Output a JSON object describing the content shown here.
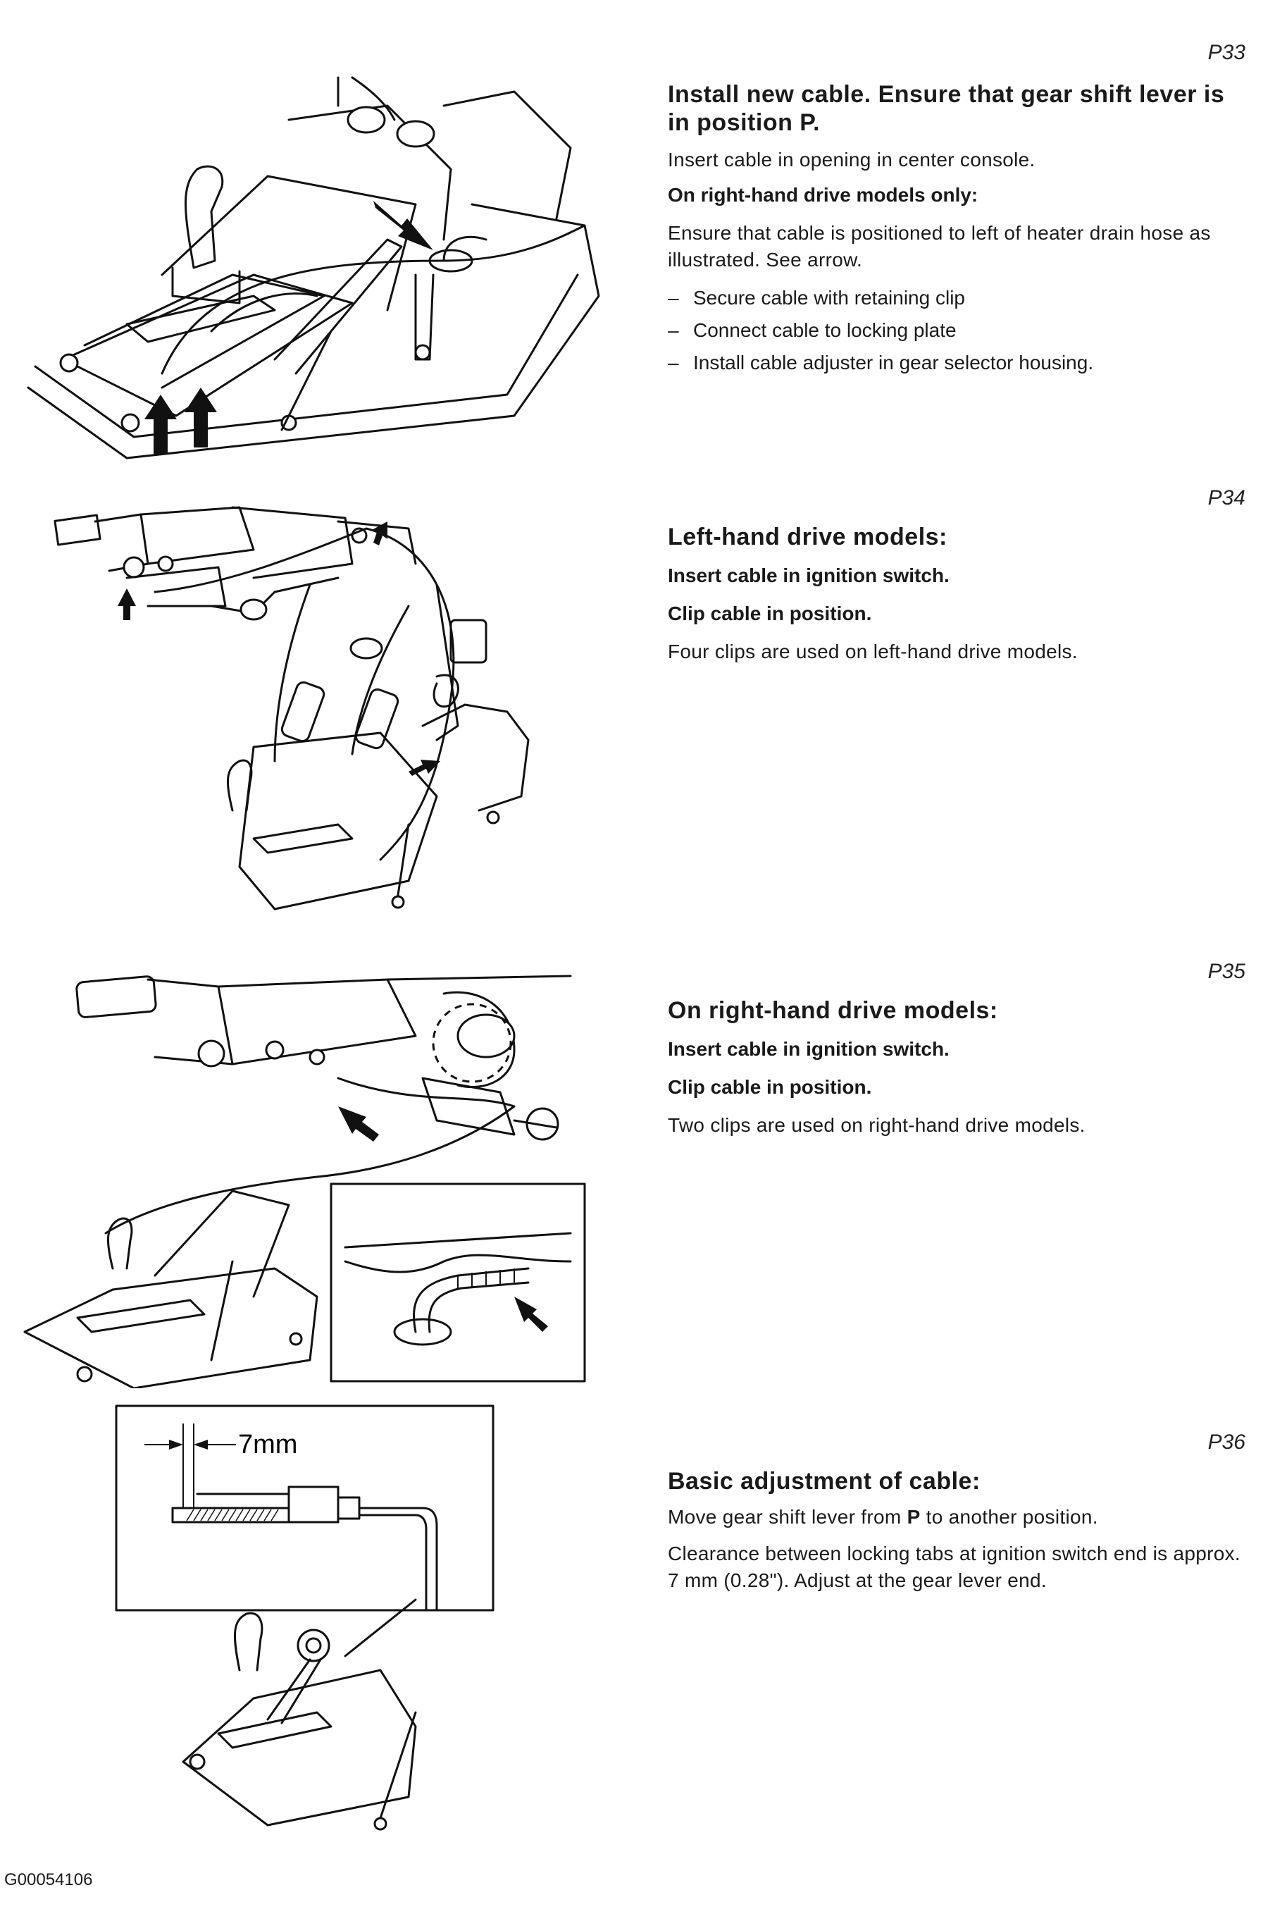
{
  "sections": [
    {
      "number": "P33",
      "heading": "Install new cable. Ensure that gear shift lever is in position P.",
      "para1": "Insert cable in opening in center console.",
      "sub": "On right-hand drive models only:",
      "para2": "Ensure that cable is positioned to left of heater drain hose as illustrated. See arrow.",
      "bullets": [
        "Secure cable with retaining clip",
        "Connect cable to locking plate",
        "Install cable adjuster in gear selector housing."
      ],
      "bullet_dash": "–"
    },
    {
      "number": "P34",
      "heading": "Left-hand drive models:",
      "sub1": "Insert cable in ignition switch.",
      "sub2": "Clip cable in position.",
      "para": "Four clips are used on left-hand drive models."
    },
    {
      "number": "P35",
      "heading": "On right-hand drive models:",
      "sub1": "Insert cable in ignition switch.",
      "sub2": "Clip cable in position.",
      "para": "Two clips are used on right-hand drive models."
    },
    {
      "number": "P36",
      "heading": "Basic adjustment of cable:",
      "para1_pre": "Move gear shift lever from ",
      "para1_bold": "P",
      "para1_post": " to another position.",
      "para2": "Clearance between locking tabs at ignition switch end is approx. 7 mm (0.28\"). Adjust at the gear lever end."
    }
  ],
  "figures": {
    "dimension_label": "7mm"
  },
  "footer_id": "G00054106"
}
